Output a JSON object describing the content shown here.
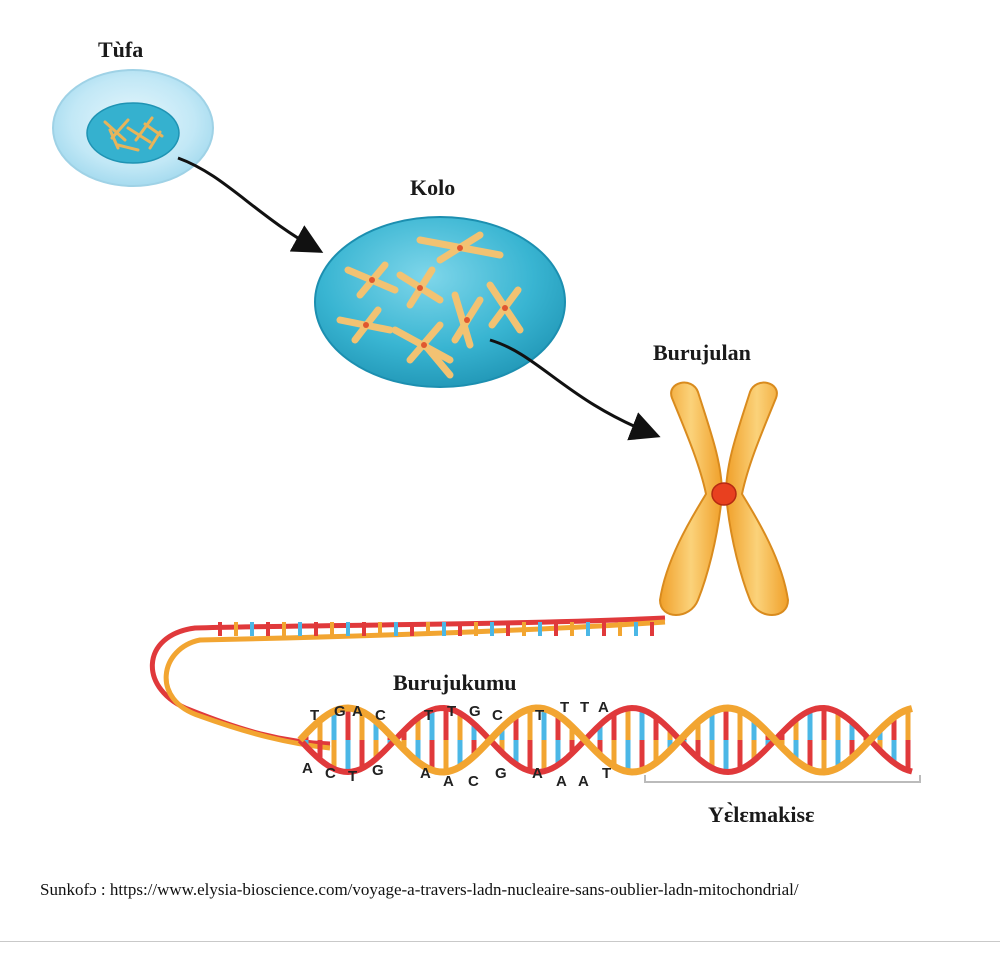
{
  "labels": {
    "cell": "Tùfa",
    "nucleus": "Kolo",
    "chromosome": "Burujulan",
    "dna": "Burujukumu",
    "gene": "Yɛ̀lɛmakisɛ"
  },
  "dna_bases": {
    "top": [
      "T",
      "G",
      "A",
      "C",
      "T",
      "T",
      "G",
      "C",
      "T",
      "T",
      "T",
      "A"
    ],
    "bottom": [
      "A",
      "C",
      "T",
      "G",
      "A",
      "A",
      "C",
      "G",
      "A",
      "A",
      "A",
      "T"
    ]
  },
  "source": {
    "prefix": "Sunkofɔ : ",
    "url": "https://www.elysia-bioscience.com/voyage-a-travers-ladn-nucleaire-sans-oublier-ladn-mitochondrial/"
  },
  "colors": {
    "cytoplasm": "#bfe6f5",
    "nucleus": "#3cb9d4",
    "chromosome": "#f4b33d",
    "centromere": "#e8401f",
    "backbone_red": "#e0393b",
    "backbone_orange": "#f2a531",
    "rung_blue": "#4bb7e6"
  }
}
